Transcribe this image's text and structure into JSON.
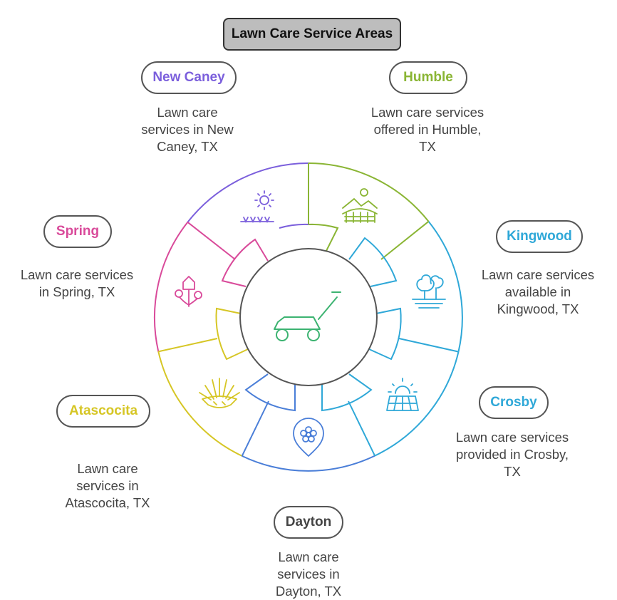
{
  "title": "Lawn Care Service Areas",
  "areas": [
    {
      "name": "New Caney",
      "description": "Lawn care services in New Caney, TX",
      "color": "#7b5fdc",
      "icon": "sun-garden-icon"
    },
    {
      "name": "Humble",
      "description": "Lawn care services offered in Humble, TX",
      "color": "#8ab534",
      "icon": "landscape-fence-icon"
    },
    {
      "name": "Kingwood",
      "description": "Lawn care services available in Kingwood, TX",
      "color": "#2fa8d8",
      "icon": "trees-icon"
    },
    {
      "name": "Crosby",
      "description": "Lawn care services provided in Crosby, TX",
      "color": "#2fa8d8",
      "icon": "sunrise-field-icon"
    },
    {
      "name": "Dayton",
      "description": "Lawn care services in Dayton, TX",
      "color": "#444444",
      "icon": "flower-pin-icon"
    },
    {
      "name": "Atascocita",
      "description": "Lawn care services in Atascocita, TX",
      "color": "#d6c625",
      "icon": "grass-tuft-icon"
    },
    {
      "name": "Spring",
      "description": "Lawn care services in Spring, TX",
      "color": "#d94a9a",
      "icon": "flowers-house-icon"
    }
  ],
  "center_icon": "lawn-mower-icon",
  "wheel_colors": {
    "new_caney": "#7b5fdc",
    "humble": "#8ab534",
    "kingwood": "#2fa8d8",
    "crosby": "#2fa8d8",
    "dayton": "#4a7ed8",
    "atascocita": "#d6c625",
    "spring": "#d94a9a",
    "center": "#555555",
    "mower": "#3cb371"
  }
}
